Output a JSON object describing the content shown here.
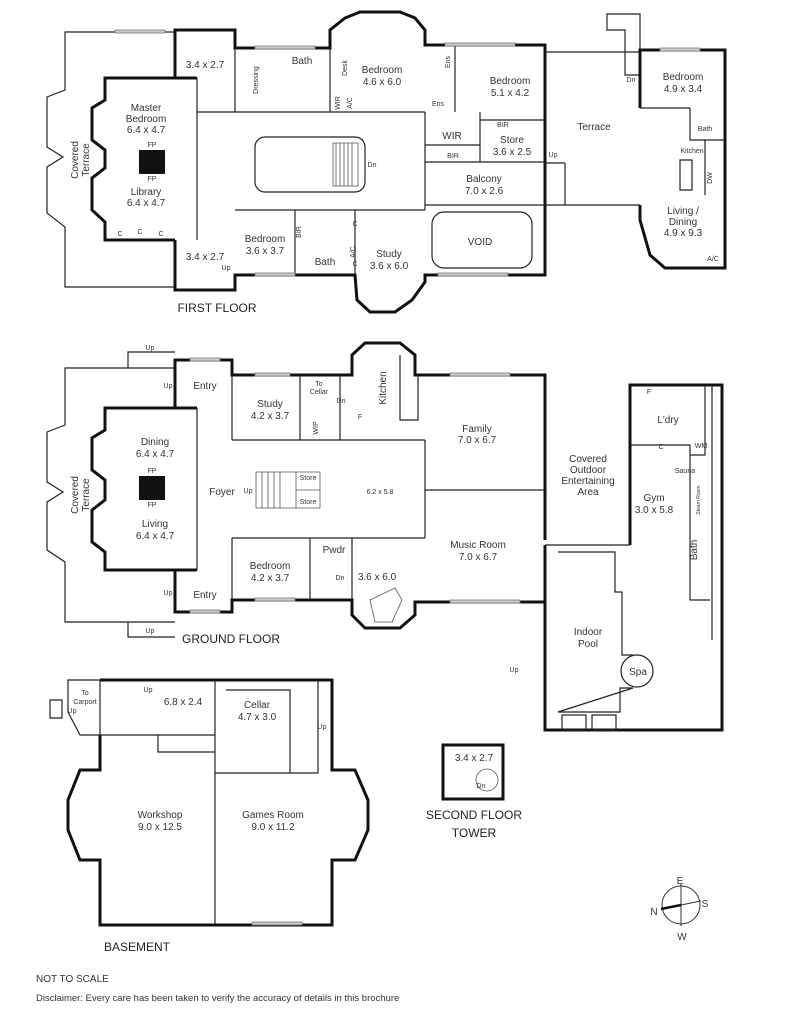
{
  "first_floor": {
    "title": "FIRST FLOOR",
    "labels": {
      "room_top": "3.4 x 2.7",
      "bath_top": "Bath",
      "dressing": "Dressing",
      "desk": "Desk",
      "wir_small": "WIR",
      "ac_top": "A/C",
      "bedroom_46_name": "Bedroom",
      "bedroom_46_size": "4.6 x 6.0",
      "ens_1": "Ens",
      "ens_2": "Ens",
      "bedroom_51_name": "Bedroom",
      "bedroom_51_size": "5.1 x 4.2",
      "bir_1": "BIR",
      "wir": "WIR",
      "bir_2": "BIR",
      "store_name": "Store",
      "store_size": "3.6 x 2.5",
      "terrace": "Terrace",
      "terrace_dn": "Dn",
      "terrace_up": "Up",
      "stair_dn": "Dn",
      "bedroom_49_name": "Bedroom",
      "bedroom_49_size": "4.9 x 3.4",
      "bath_right": "Bath",
      "kitchen": "Kitchen",
      "dw": "DW",
      "living_line1": "Living /",
      "living_line2": "Dining",
      "living_size": "4.9 x 9.3",
      "ac_right": "A/C",
      "master_line1": "Master",
      "master_line2": "Bedroom",
      "master_size": "6.4 x 4.7",
      "fp_1": "FP",
      "fp_2": "FP",
      "covered_line1": "Covered",
      "covered_line2": "Terrace",
      "library_name": "Library",
      "library_size": "6.4 x 4.7",
      "c1": "C",
      "c2": "C",
      "c3": "C",
      "room_bottom": "3.4 x 2.7",
      "up_bottom": "Up",
      "bedroom_36_name": "Bedroom",
      "bedroom_36_size": "3.6 x 3.7",
      "bir_3": "BIR",
      "bath_bottom": "Bath",
      "ac_bottom": "A/C",
      "c4": "C",
      "c5": "C",
      "study_name": "Study",
      "study_size": "3.6 x 6.0",
      "balcony_name": "Balcony",
      "balcony_size": "7.0 x 2.6",
      "void": "VOID"
    }
  },
  "ground_floor": {
    "title": "GROUND FLOOR",
    "labels": {
      "up_1": "Up",
      "up_2": "Up",
      "up_3": "Up",
      "up_4": "Up",
      "entry_top": "Entry",
      "entry_bottom": "Entry",
      "study_name": "Study",
      "study_size": "4.2 x 3.7",
      "to_cellar_1": "To",
      "to_cellar_2": "Cellar",
      "cellar_dn": "Dn",
      "wip": "WIP",
      "kitchen": "Kitchen",
      "f": "F",
      "family_name": "Family",
      "family_size": "7.0 x 6.7",
      "dining_name": "Dining",
      "dining_size": "6.4 x 4.7",
      "covered_line1": "Covered",
      "covered_line2": "Terrace",
      "fp_1": "FP",
      "fp_2": "FP",
      "foyer": "Foyer",
      "foyer_up": "Up",
      "store_1": "Store",
      "store_2": "Store",
      "hall_size": "6.2 x 5.8",
      "living_name": "Living",
      "living_size": "6.4 x 4.7",
      "bedroom_name": "Bedroom",
      "bedroom_size": "4.2 x 3.7",
      "pwdr": "Pwdr",
      "stair_dn": "Dn",
      "piano_room_size": "3.6 x 6.0",
      "music_name": "Music Room",
      "music_size": "7.0 x 6.7",
      "outdoor_1": "Covered",
      "outdoor_2": "Outdoor",
      "outdoor_3": "Entertaining",
      "outdoor_4": "Area",
      "f_ldry": "F",
      "ldry": "L'dry",
      "c": "C",
      "wm": "WM",
      "sauna": "Sauna",
      "steam": "Steam Room",
      "gym_name": "Gym",
      "gym_size": "3.0 x 5.8",
      "bath": "Bath",
      "pool_1": "Indoor",
      "pool_2": "Pool",
      "spa": "Spa",
      "pool_up": "Up"
    }
  },
  "basement": {
    "title": "BASEMENT",
    "labels": {
      "to_carport_1": "To",
      "to_carport_2": "Carport",
      "up_1": "Up",
      "up_2": "Up",
      "up_3": "Up",
      "store_size": "6.8 x 2.4",
      "cellar_name": "Cellar",
      "cellar_size": "4.7 x 3.0",
      "workshop_name": "Workshop",
      "workshop_size": "9.0 x 12.5",
      "games_name": "Games Room",
      "games_size": "9.0 x 11.2"
    }
  },
  "tower": {
    "title_1": "SECOND FLOOR",
    "title_2": "TOWER",
    "size": "3.4 x 2.7",
    "dn": "Dn"
  },
  "compass": {
    "n": "N",
    "e": "E",
    "s": "S",
    "w": "W"
  },
  "footer": {
    "not_to_scale": "NOT TO SCALE",
    "disclaimer": "Disclaimer: Every care has been taken to verify the accuracy of details in this brochure"
  }
}
